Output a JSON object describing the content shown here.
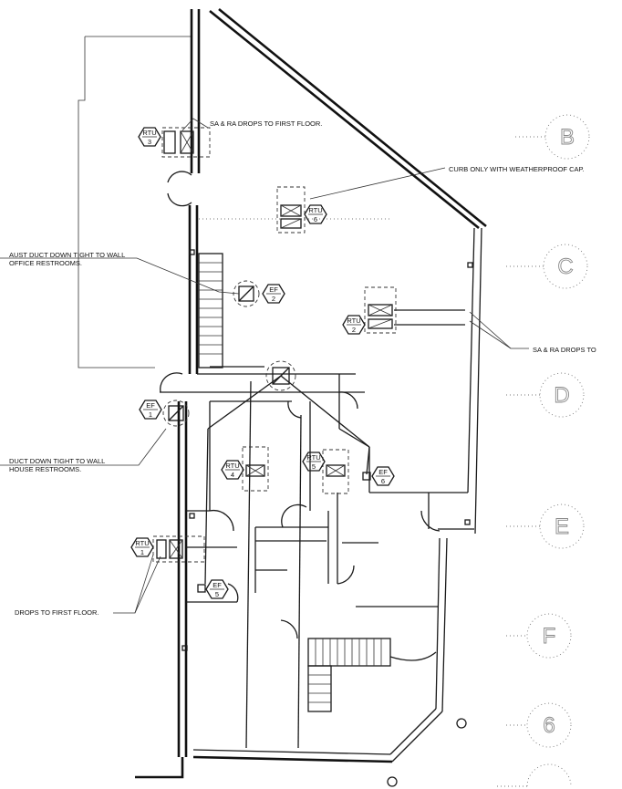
{
  "notes": {
    "sa_ra_top": "SA & RA DROPS TO FIRST FLOOR.",
    "curb": "CURB ONLY WITH WEATHERPROOF CAP.",
    "exhaust_office_1": "AUST DUCT DOWN TIGHT TO WALL",
    "exhaust_office_2": "OFFICE RESTROOMS.",
    "sa_ra_right": "SA & RA DROPS TO",
    "exhaust_house_1": "DUCT DOWN TIGHT TO WALL",
    "exhaust_house_2": "HOUSE RESTROOMS.",
    "drops_bottom": "DROPS TO FIRST FLOOR."
  },
  "units": {
    "rtu3": {
      "type": "RTU",
      "num": "3"
    },
    "rtu6": {
      "type": "RTU",
      "num": "6"
    },
    "rtu2": {
      "type": "RTU",
      "num": "2"
    },
    "rtu4": {
      "type": "RTU",
      "num": "4"
    },
    "rtu5": {
      "type": "RTU",
      "num": "5"
    },
    "rtu1": {
      "type": "RTU",
      "num": "1"
    },
    "ef2": {
      "type": "EF",
      "num": "2"
    },
    "ef1": {
      "type": "EF",
      "num": "1"
    },
    "ef6": {
      "type": "EF",
      "num": "6"
    },
    "ef5": {
      "type": "EF",
      "num": "5"
    }
  },
  "gridlines": {
    "b": "B",
    "c": "C",
    "d": "D",
    "e": "E",
    "f": "F",
    "g6": "6"
  }
}
